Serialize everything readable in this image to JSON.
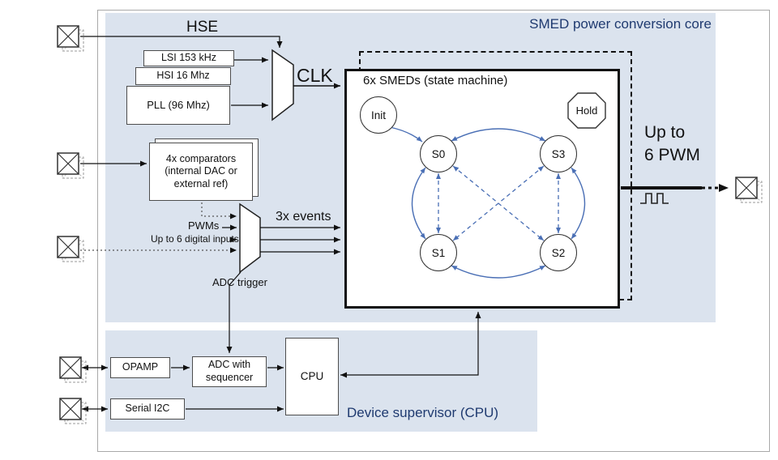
{
  "colors": {
    "panel_fill": "#dbe3ee",
    "title_navy": "#1f3a70",
    "arrow_blue": "#4a6fb5"
  },
  "core": {
    "title": "SMED power conversion core"
  },
  "clock": {
    "hse_label": "HSE",
    "sources": [
      {
        "label": "LSI 153 kHz"
      },
      {
        "label": "HSI 16 Mhz"
      },
      {
        "label": "PLL (96 Mhz)"
      }
    ],
    "clk_label": "CLK"
  },
  "smed": {
    "title": "6x SMEDs (state machine)",
    "states": {
      "init": "Init",
      "hold": "Hold",
      "s0": "S0",
      "s1": "S1",
      "s2": "S2",
      "s3": "S3"
    }
  },
  "events": {
    "comparators_label": "4x comparators (internal DAC or external ref)",
    "pwms_label": "PWMs",
    "digital_inputs_label": "Up to 6 digital inputs",
    "events_label": "3x events",
    "adc_trigger_label": "ADC trigger"
  },
  "output": {
    "line1": "Up to",
    "line2": "6 PWM"
  },
  "supervisor": {
    "title": "Device supervisor (CPU)",
    "opamp_label": "OPAMP",
    "adc_label": "ADC with sequencer",
    "cpu_label": "CPU",
    "serial_label": "Serial I2C"
  }
}
